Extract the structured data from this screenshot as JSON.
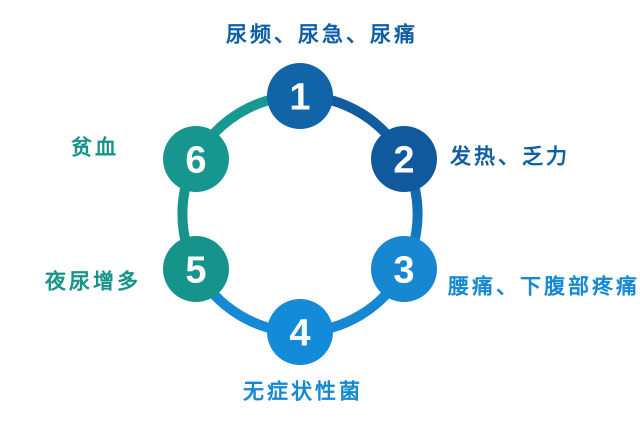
{
  "diagram": {
    "description": "6-step cycle diagram of symptoms",
    "background_color": "#ffffff",
    "nodes": [
      {
        "number": "1",
        "label": "尿频、尿急、尿痛",
        "color": "#1164a8",
        "label_color": "#115fa3",
        "position": "top"
      },
      {
        "number": "2",
        "label": "发热、乏力",
        "color": "#0f599c",
        "label_color": "#115fa3",
        "position": "top-right"
      },
      {
        "number": "3",
        "label": "腰痛、下腹部疼痛",
        "color": "#1787d2",
        "label_color": "#1689d4",
        "position": "bottom-right"
      },
      {
        "number": "4",
        "label": "无症状性菌",
        "color": "#148bd8",
        "label_color": "#1689d4",
        "position": "bottom"
      },
      {
        "number": "5",
        "label": "夜尿增多",
        "color": "#16948c",
        "label_color": "#16948c",
        "position": "bottom-left"
      },
      {
        "number": "6",
        "label": "贫血",
        "color": "#179690",
        "label_color": "#16948c",
        "position": "top-left"
      }
    ],
    "arcs": [
      {
        "from": "1",
        "to": "2",
        "color": "#105c9f"
      },
      {
        "from": "2",
        "to": "3",
        "color_start": "#105c9f",
        "color_end": "#1787d2"
      },
      {
        "from": "3",
        "to": "4",
        "color": "#1787d2"
      },
      {
        "from": "4",
        "to": "5",
        "color": "#1689d4"
      },
      {
        "from": "5",
        "to": "6",
        "color": "#16948c"
      },
      {
        "from": "6",
        "to": "1",
        "color": "#179890"
      }
    ],
    "palette": {
      "dark_blue": "#1164a8",
      "darker_blue": "#0f599c",
      "bright_blue": "#1787d2",
      "brighter_blue": "#148bd8",
      "teal": "#16948c",
      "white": "#ffffff"
    }
  }
}
